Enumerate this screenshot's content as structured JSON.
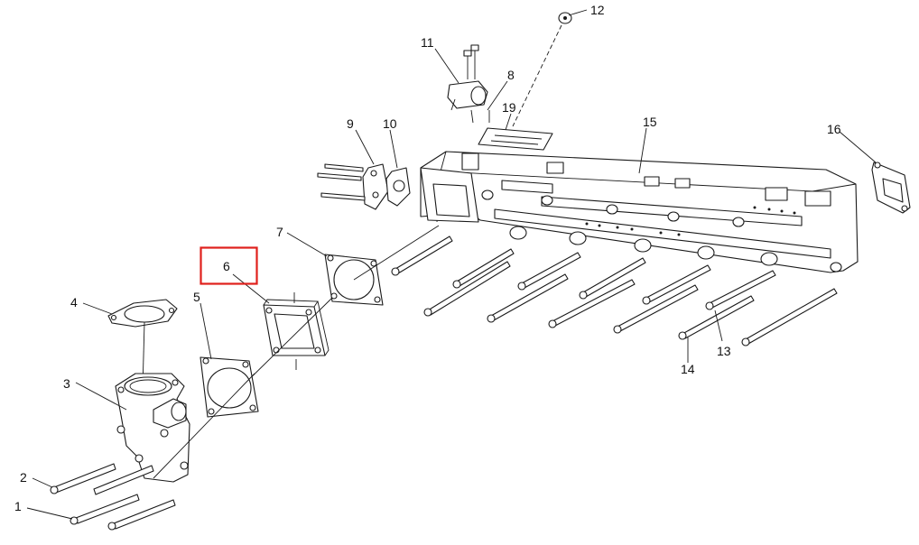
{
  "highlight": {
    "part": "6",
    "color": "#e0201c"
  },
  "callouts": [
    "1",
    "2",
    "3",
    "4",
    "5",
    "6",
    "7",
    "8",
    "9",
    "10",
    "11",
    "12",
    "13",
    "14",
    "15",
    "16",
    "19"
  ]
}
